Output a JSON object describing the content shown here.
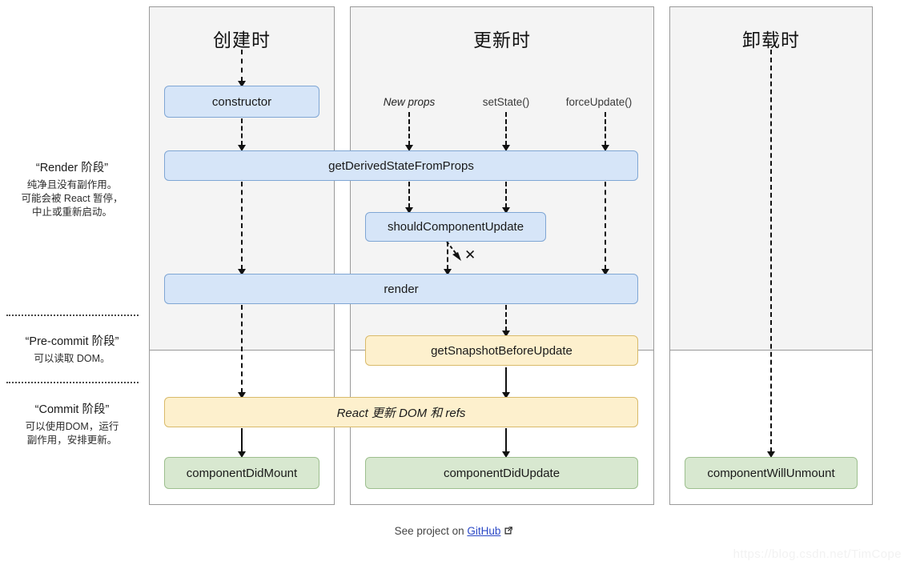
{
  "phases": [
    {
      "id": "render",
      "title": "“Render 阶段”",
      "line1": "纯净且没有副作用。",
      "line2": "可能会被 React 暂停，",
      "line3": "中止或重新启动。"
    },
    {
      "id": "pre-commit",
      "title": "“Pre-commit 阶段”",
      "line1": "可以读取 DOM。",
      "line2": "",
      "line3": ""
    },
    {
      "id": "commit",
      "title": "“Commit 阶段”",
      "line1": "可以使用DOM，运行",
      "line2": "副作用，安排更新。",
      "line3": ""
    }
  ],
  "columns": [
    {
      "id": "mounting",
      "title": "创建时"
    },
    {
      "id": "updating",
      "title": "更新时"
    },
    {
      "id": "unmounting",
      "title": "卸载时"
    }
  ],
  "triggers": [
    {
      "id": "new-props",
      "label": "New props",
      "italic": true
    },
    {
      "id": "set-state",
      "label": "setState()",
      "italic": false
    },
    {
      "id": "force-update",
      "label": "forceUpdate()",
      "italic": false
    }
  ],
  "nodes": [
    {
      "id": "constructor",
      "label": "constructor",
      "color": "blue",
      "italic": false
    },
    {
      "id": "get-derived-state",
      "label": "getDerivedStateFromProps",
      "color": "blue",
      "italic": false
    },
    {
      "id": "should-component-update",
      "label": "shouldComponentUpdate",
      "color": "blue",
      "italic": false
    },
    {
      "id": "render",
      "label": "render",
      "color": "blue",
      "italic": false
    },
    {
      "id": "get-snapshot",
      "label": "getSnapshotBeforeUpdate",
      "color": "yellow",
      "italic": false
    },
    {
      "id": "react-updates-dom",
      "label": "React 更新 DOM 和 refs",
      "color": "yellow",
      "italic": true
    },
    {
      "id": "component-did-mount",
      "label": "componentDidMount",
      "color": "green",
      "italic": false
    },
    {
      "id": "component-did-update",
      "label": "componentDidUpdate",
      "color": "green",
      "italic": false
    },
    {
      "id": "component-will-unmount",
      "label": "componentWillUnmount",
      "color": "green",
      "italic": false
    }
  ],
  "annotations": {
    "abort_mark": "✕"
  },
  "footer": {
    "prefix": "See project on ",
    "link_label": "GitHub"
  },
  "watermark": "https://blog.csdn.net/TimCope",
  "colors": {
    "blue_fill": "#d6e5f8",
    "blue_border": "#7fa6d4",
    "yellow_fill": "#fdf0cd",
    "yellow_border": "#d9ba6a",
    "green_fill": "#d8e8d0",
    "green_border": "#9dbf8e",
    "column_shade": "#f4f4f4",
    "column_border": "#9a9a9a",
    "link": "#2b49c6"
  }
}
